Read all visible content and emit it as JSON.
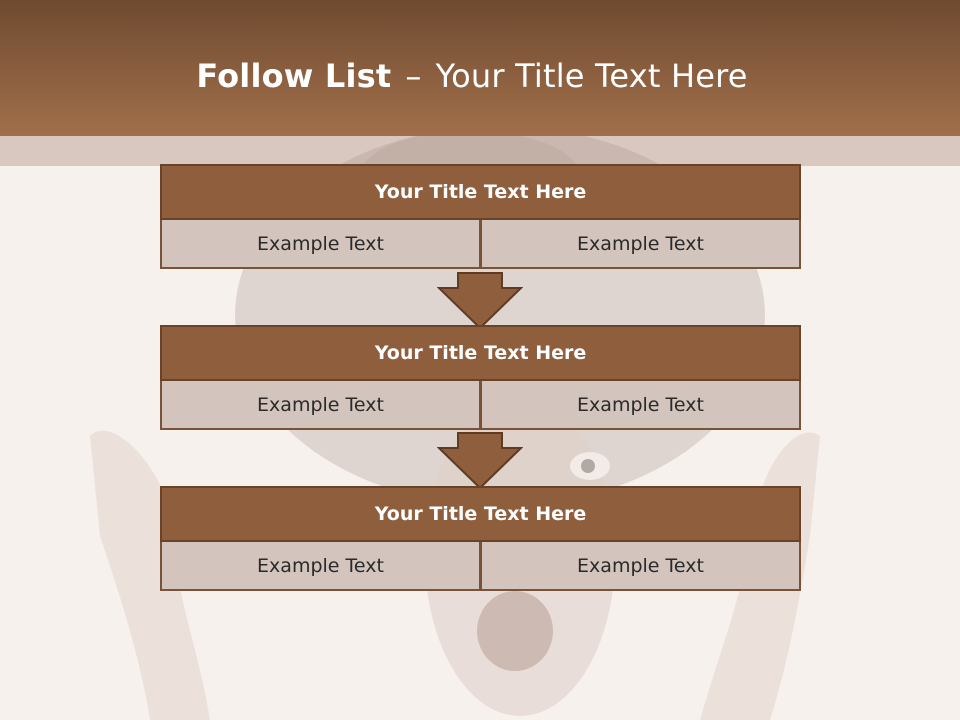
{
  "slide": {
    "title_bold": "Follow List",
    "title_separator": "–",
    "title_rest": "Your Title Text Here"
  },
  "boxes": [
    {
      "title": "Your Title Text Here",
      "left": "Example Text",
      "right": "Example Text"
    },
    {
      "title": "Your Title Text Here",
      "left": "Example Text",
      "right": "Example Text"
    },
    {
      "title": "Your Title Text Here",
      "left": "Example Text",
      "right": "Example Text"
    }
  ],
  "colors": {
    "header_brown": "#8b5f3f",
    "box_title": "#8e5e3d",
    "box_cell": "#d3c4bd"
  }
}
